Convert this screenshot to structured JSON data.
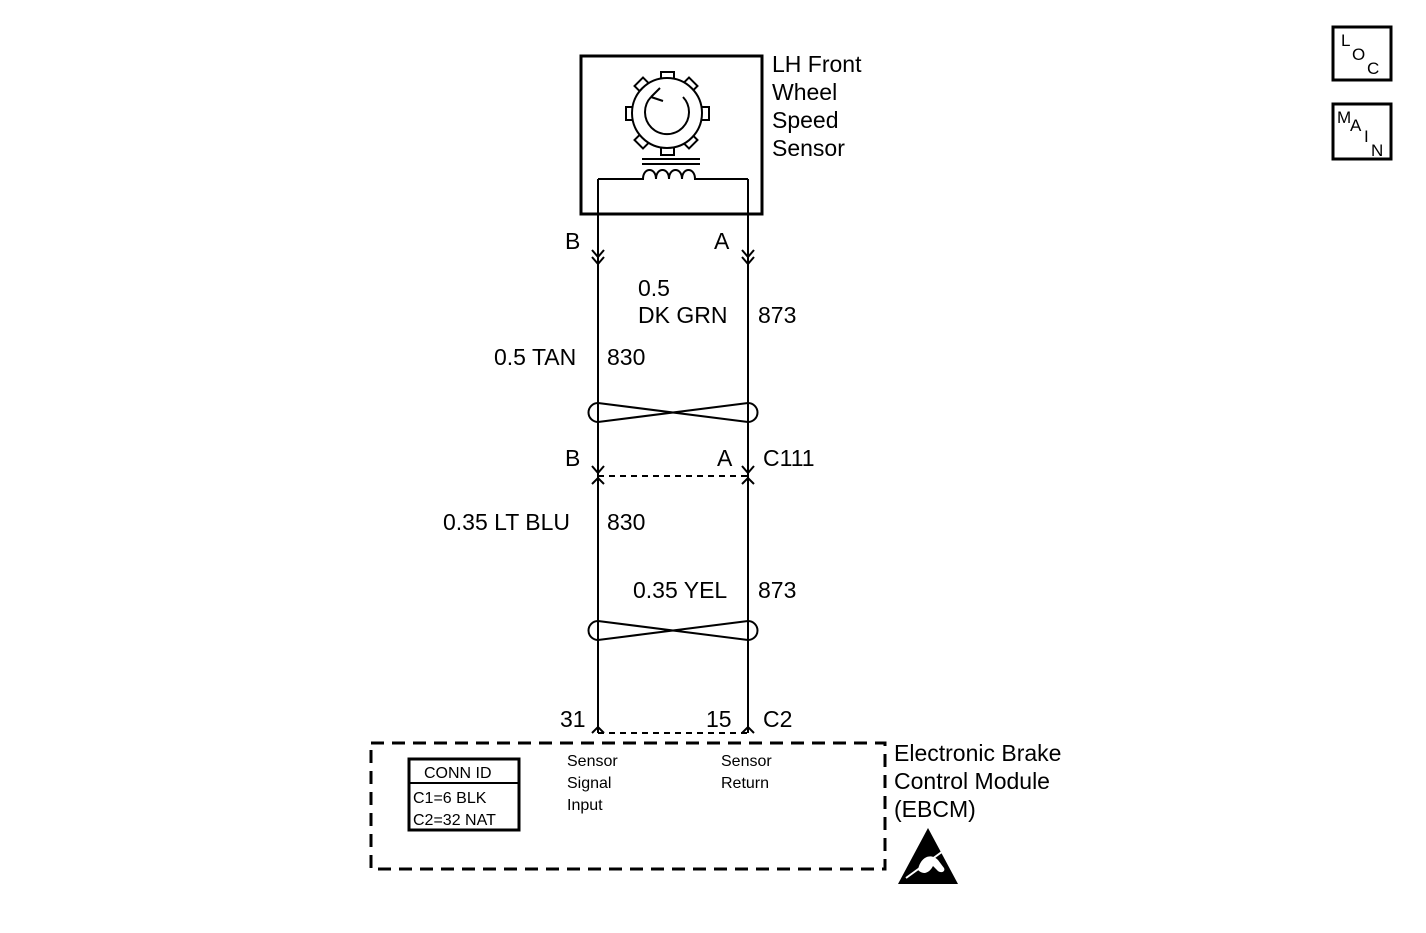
{
  "nav": {
    "loc": {
      "l1": "L",
      "l2": "O",
      "l3": "C"
    },
    "main": {
      "l1": "M",
      "l2": "A",
      "l3": "I",
      "l4": "N"
    }
  },
  "sensor": {
    "name_lines": [
      "LH Front",
      "Wheel",
      "Speed",
      "Sensor"
    ],
    "pin_b": "B",
    "pin_a": "A"
  },
  "upper_wires": {
    "left": {
      "gauge_color": "0.5 TAN",
      "circuit": "830"
    },
    "right": {
      "gauge": "0.5",
      "color": "DK GRN",
      "circuit": "873"
    }
  },
  "connector_c111": {
    "id": "C111",
    "pin_b": "B",
    "pin_a": "A"
  },
  "lower_wires": {
    "left": {
      "gauge_color": "0.35 LT BLU",
      "circuit": "830"
    },
    "right": {
      "gauge_color": "0.35 YEL",
      "circuit": "873"
    }
  },
  "connector_c2": {
    "id": "C2",
    "pin_left": "31",
    "pin_right": "15"
  },
  "ebcm": {
    "name_lines": [
      "Electronic Brake",
      "Control Module",
      "(EBCM)"
    ],
    "signal_lines": [
      "Sensor",
      "Signal",
      "Input"
    ],
    "return_lines": [
      "Sensor",
      "Return"
    ],
    "conn_id": {
      "title": "CONN ID",
      "rows": [
        "C1=6 BLK",
        "C2=32 NAT"
      ]
    }
  },
  "icons": [
    "esd-sensitive-icon",
    "gear-rotation-icon",
    "coil-icon"
  ]
}
